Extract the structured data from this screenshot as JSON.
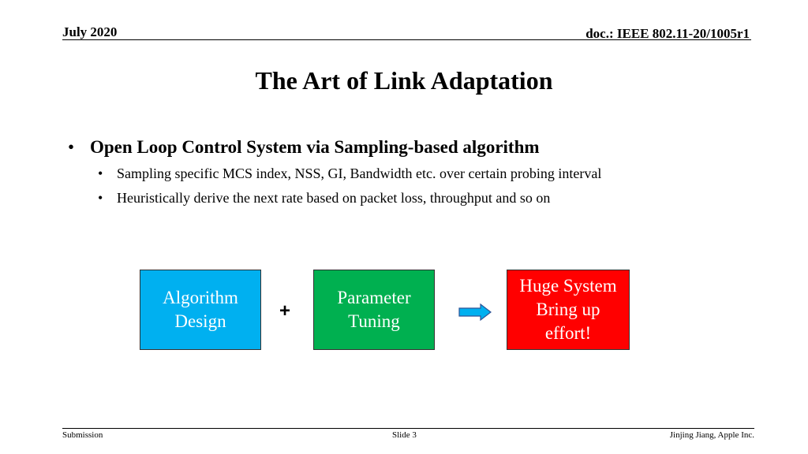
{
  "header": {
    "date": "July 2020",
    "doc_id": "doc.: IEEE 802.11-20/1005r1"
  },
  "slide": {
    "title": "The Art of Link Adaptation",
    "bullet_main": "Open Loop Control System via Sampling-based algorithm",
    "sub_bullets": [
      "Sampling specific MCS index, NSS, GI, Bandwidth etc. over certain probing interval",
      "Heuristically derive the next rate based on packet loss, throughput and so on"
    ]
  },
  "diagram": {
    "box1": "Algorithm\nDesign",
    "operator": "+",
    "box2": "Parameter\nTuning",
    "box3": "Huge System\nBring up\neffort!",
    "colors": {
      "box1": "#00b0f0",
      "box2": "#00b050",
      "box3": "#ff0000",
      "arrow": "#00b0f0"
    }
  },
  "footer": {
    "left": "Submission",
    "center": "Slide 3",
    "right": "Jinjing Jiang, Apple Inc."
  }
}
